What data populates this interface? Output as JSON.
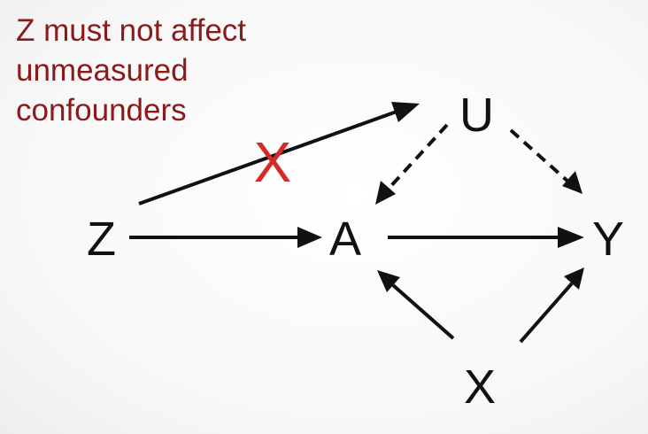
{
  "note": {
    "lines": [
      "Z must not affect",
      "unmeasured",
      "confounders"
    ]
  },
  "nodes": {
    "z": "Z",
    "a": "A",
    "y": "Y",
    "u": "U",
    "x": "X"
  },
  "cross_mark": "X",
  "colors": {
    "note_text": "#8b1a1a",
    "cross": "#d42a2a",
    "edges": "#111111"
  },
  "edges": [
    {
      "from": "Z",
      "to": "A",
      "style": "solid"
    },
    {
      "from": "A",
      "to": "Y",
      "style": "solid"
    },
    {
      "from": "U",
      "to": "A",
      "style": "dashed"
    },
    {
      "from": "U",
      "to": "Y",
      "style": "dashed"
    },
    {
      "from": "X",
      "to": "A",
      "style": "solid"
    },
    {
      "from": "X",
      "to": "Y",
      "style": "solid"
    },
    {
      "from": "Z",
      "to": "U",
      "style": "solid",
      "crossed_out": true
    }
  ]
}
